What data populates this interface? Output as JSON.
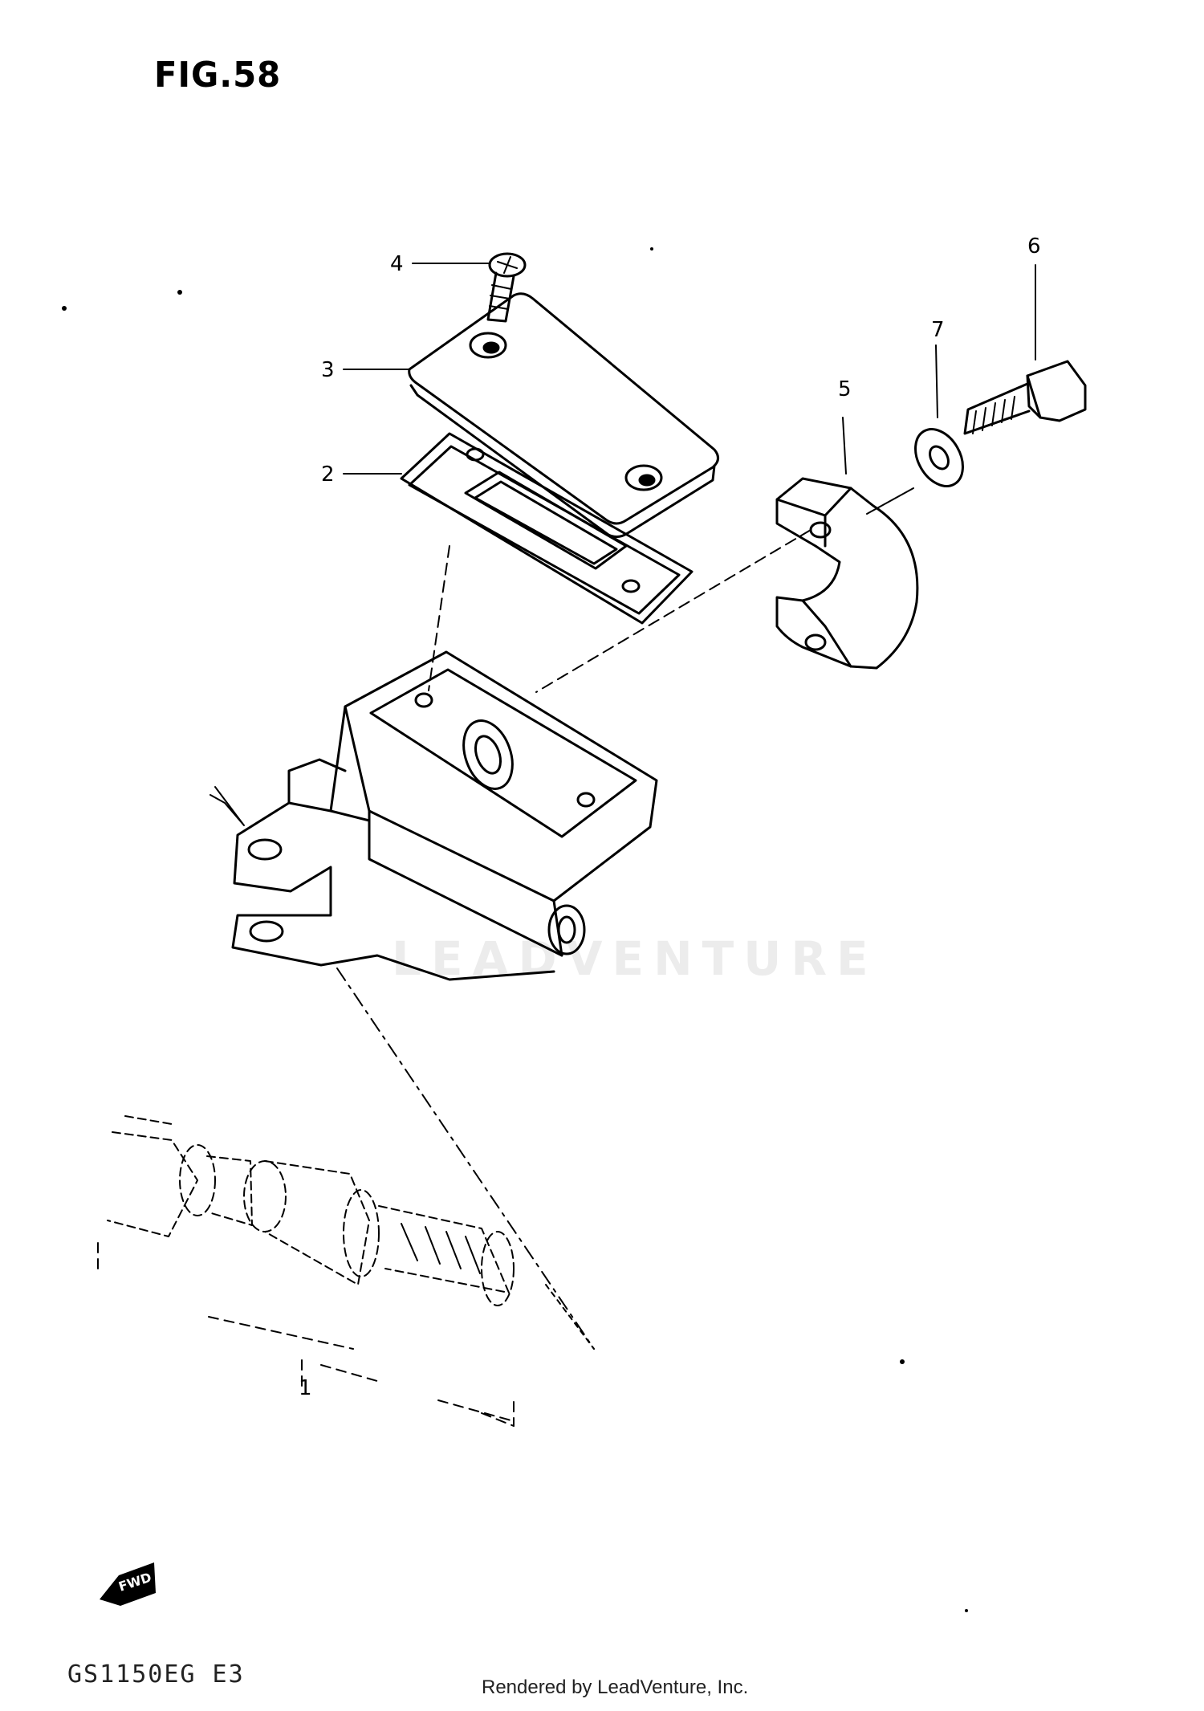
{
  "figure": {
    "title": "FIG.58",
    "model_code": "GS1150EG E3",
    "credit": "Rendered by LeadVenture, Inc.",
    "watermark": "LEADVENTURE"
  },
  "callouts": [
    {
      "id": "1",
      "label": "1"
    },
    {
      "id": "2",
      "label": "2"
    },
    {
      "id": "3",
      "label": "3"
    },
    {
      "id": "4",
      "label": "4"
    },
    {
      "id": "5",
      "label": "5"
    },
    {
      "id": "6",
      "label": "6"
    },
    {
      "id": "7",
      "label": "7"
    }
  ],
  "direction_marker": {
    "label": "FWD",
    "icon": "forward-arrow-icon"
  }
}
